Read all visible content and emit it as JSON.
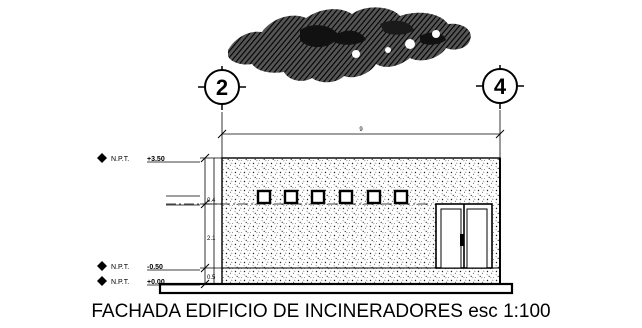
{
  "title": "FACHADA EDIFICIO DE INCINERADORES esc 1:100",
  "axes": {
    "left": "2",
    "right": "4"
  },
  "overall_dimension": "9",
  "vertical_dimensions": [
    "0.4",
    "2.1",
    "0.5"
  ],
  "level_marks": [
    {
      "label": "N.P.T.",
      "value": "+3.50"
    },
    {
      "label": "N.P.T.",
      "value": "-0.50"
    },
    {
      "label": "N.P.T.",
      "value": "+0.00"
    }
  ],
  "windows_count": 6
}
